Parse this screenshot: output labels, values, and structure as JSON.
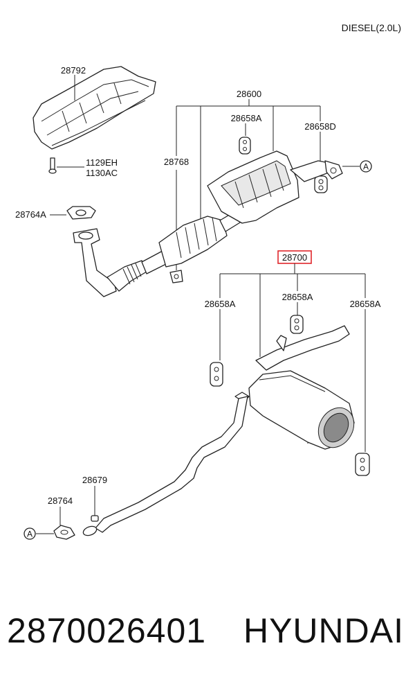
{
  "header": {
    "engine": "DIESEL(2.0L)"
  },
  "labels": {
    "heat_shield": "28792",
    "bolt_a": "1129EH",
    "bolt_b": "1130AC",
    "gasket_front": "28764A",
    "front_assy": "28600",
    "hanger_front_a": "28658A",
    "hanger_front_d": "28658D",
    "front_pipe_bracket": "28768",
    "rear_assy": "28700",
    "hanger_rear_left": "28658A",
    "hanger_rear_mid": "28658A",
    "hanger_rear_right": "28658A",
    "clamp": "28679",
    "gasket_rear": "28764",
    "connector_top": "A",
    "connector_bottom": "A"
  },
  "highlight_color": "#e0262b",
  "caption": {
    "part_number": "2870026401",
    "brand": "HYUNDAI"
  }
}
